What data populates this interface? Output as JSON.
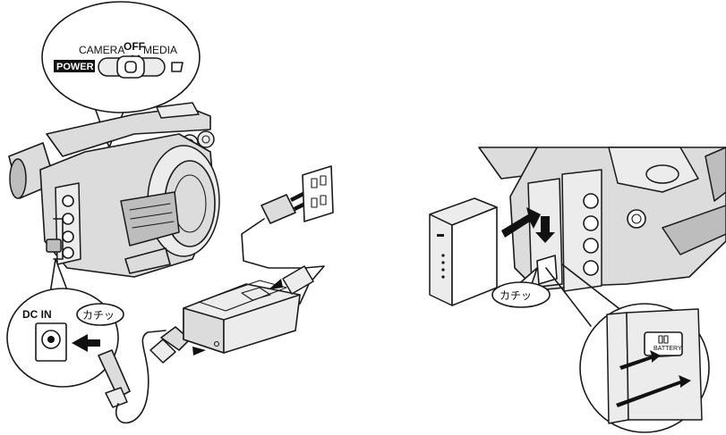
{
  "labels": {
    "switch_modes": "CAMERA OFF MEDIA",
    "switch_camera": "CAMERA",
    "switch_off": "OFF",
    "switch_media": "MEDIA",
    "power": "POWER",
    "dc_in": "DC IN",
    "click_left": "カチッ",
    "click_right": "カチッ",
    "battery": "BATTERY"
  },
  "colors": {
    "line": "#1a1a1a",
    "fill": "#dcdcdc",
    "background": "#ffffff"
  }
}
